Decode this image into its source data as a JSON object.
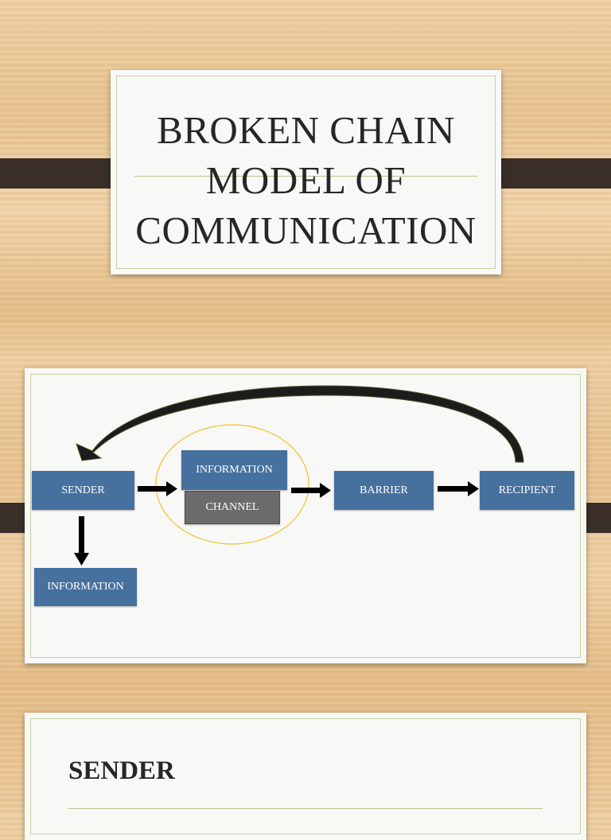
{
  "slides": {
    "title_slide": {
      "title_lines": [
        "BROKEN CHAIN",
        "MODEL OF",
        "COMMUNICATION"
      ]
    },
    "diagram_slide": {
      "sender": "SENDER",
      "information_channel_top": "INFORMATION",
      "channel": "CHANNEL",
      "barrier": "BARRIER",
      "recipient": "RECIPIENT",
      "information_bottom": "INFORMATION"
    },
    "sender_slide": {
      "heading": "SENDER"
    }
  },
  "colors": {
    "box_blue": "#46709e",
    "channel_gray": "#6b6b6b",
    "ellipse_outline": "#f2c12e",
    "bar_brown": "#3a2e28"
  }
}
